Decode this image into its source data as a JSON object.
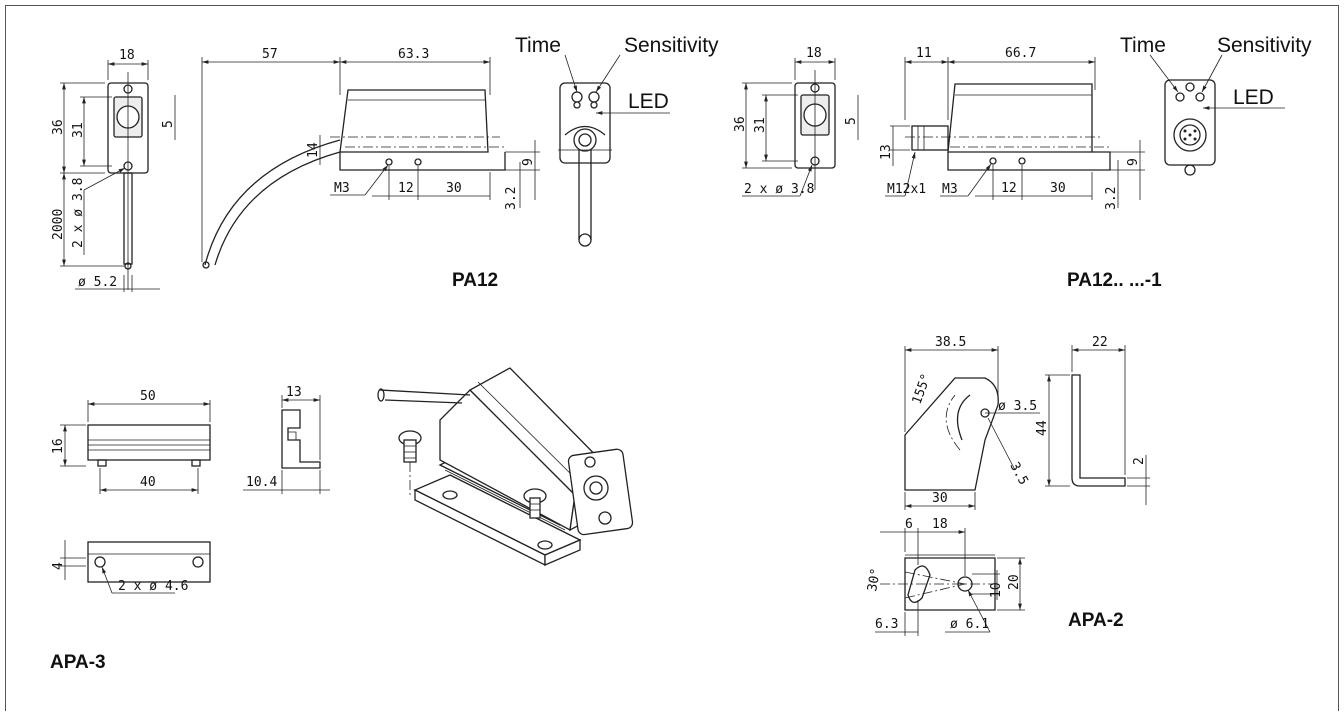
{
  "labels": {
    "pa12_time": "Time",
    "pa12_sensitivity": "Sensitivity",
    "pa12_led": "LED",
    "pa12_1_time": "Time",
    "pa12_1_sensitivity": "Sensitivity",
    "pa12_1_led": "LED"
  },
  "titles": {
    "pa12": "PA12",
    "pa12_1": "PA12.. ...-1",
    "apa3": "APA-3",
    "apa2": "APA-2"
  },
  "dims": {
    "pa12_front_w": "18",
    "pa12_h36": "36",
    "pa12_h31": "31",
    "pa12_h5": "5",
    "pa12_cable": "2000",
    "pa12_holes": "2 x ø 3.8",
    "pa12_cable_d": "ø 5.2",
    "pa12_57": "57",
    "pa12_63": "63.3",
    "pa12_14": "14",
    "pa12_9": "9",
    "pa12_m3": "M3",
    "pa12_12": "12",
    "pa12_30": "30",
    "pa12_32": "3.2",
    "pa121_front_w": "18",
    "pa121_h36": "36",
    "pa121_h31": "31",
    "pa121_h5": "5",
    "pa121_holes": "2 x ø 3.8",
    "pa121_11": "11",
    "pa121_667": "66.7",
    "pa121_13": "13",
    "pa121_9": "9",
    "pa121_m12": "M12x1",
    "pa121_m3": "M3",
    "pa121_12": "12",
    "pa121_30": "30",
    "pa121_32": "3.2",
    "apa3_50": "50",
    "apa3_16": "16",
    "apa3_40": "40",
    "apa3_13": "13",
    "apa3_104": "10.4",
    "apa3_4": "4",
    "apa3_holes": "2 x ø 4.6",
    "apa2_385": "38.5",
    "apa2_155": "155°",
    "apa2_d35": "ø 3.5",
    "apa2_35": "3.5",
    "apa2_30": "30",
    "apa2_22": "22",
    "apa2_44": "44",
    "apa2_2": "2",
    "apa2_6": "6",
    "apa2_18": "18",
    "apa2_30deg": "30°",
    "apa2_10": "10",
    "apa2_20": "20",
    "apa2_63": "6.3",
    "apa2_d61": "ø 6.1"
  }
}
